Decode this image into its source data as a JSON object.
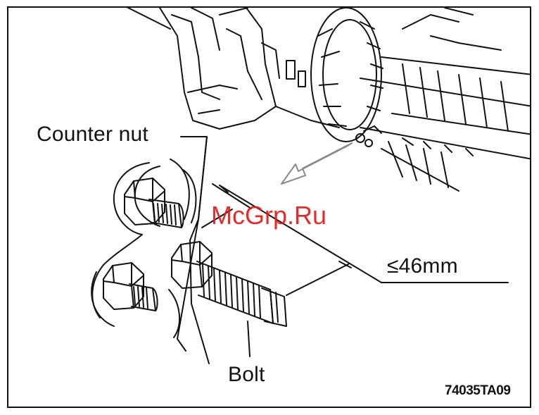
{
  "labels": {
    "counter_nut": "Counter nut",
    "bolt": "Bolt",
    "dimension": "≤46mm",
    "figure_code": "74035TA09"
  },
  "watermark": "McGrp.Ru",
  "colors": {
    "line": "#111111",
    "watermark": "#e21b1b",
    "arrow_fill": "#ffffff",
    "arrow_stroke": "#8a8a8a"
  }
}
